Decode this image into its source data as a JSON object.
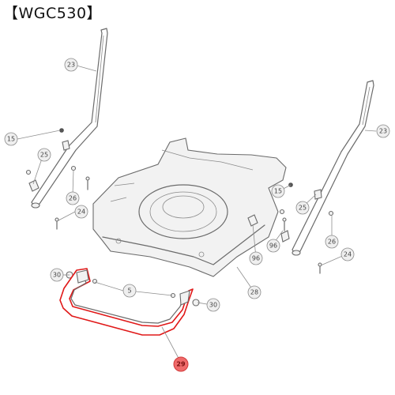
{
  "title": "【WGC530】",
  "highlight_color": "#e01818",
  "callouts": [
    {
      "id": "c23a",
      "label": "23",
      "highlight": false
    },
    {
      "id": "c15a",
      "label": "15",
      "highlight": false
    },
    {
      "id": "c25a",
      "label": "25",
      "highlight": false
    },
    {
      "id": "c26a",
      "label": "26",
      "highlight": false
    },
    {
      "id": "c24a",
      "label": "24",
      "highlight": false
    },
    {
      "id": "c23b",
      "label": "23",
      "highlight": false
    },
    {
      "id": "c15b",
      "label": "15",
      "highlight": false
    },
    {
      "id": "c25b",
      "label": "25",
      "highlight": false
    },
    {
      "id": "c96a",
      "label": "96",
      "highlight": false
    },
    {
      "id": "c96b",
      "label": "96",
      "highlight": false
    },
    {
      "id": "c26b",
      "label": "26",
      "highlight": false
    },
    {
      "id": "c24b",
      "label": "24",
      "highlight": false
    },
    {
      "id": "c28",
      "label": "28",
      "highlight": false
    },
    {
      "id": "c30a",
      "label": "30",
      "highlight": false
    },
    {
      "id": "c5",
      "label": "5",
      "highlight": false
    },
    {
      "id": "c30b",
      "label": "30",
      "highlight": false
    },
    {
      "id": "c29",
      "label": "29",
      "highlight": true
    }
  ]
}
